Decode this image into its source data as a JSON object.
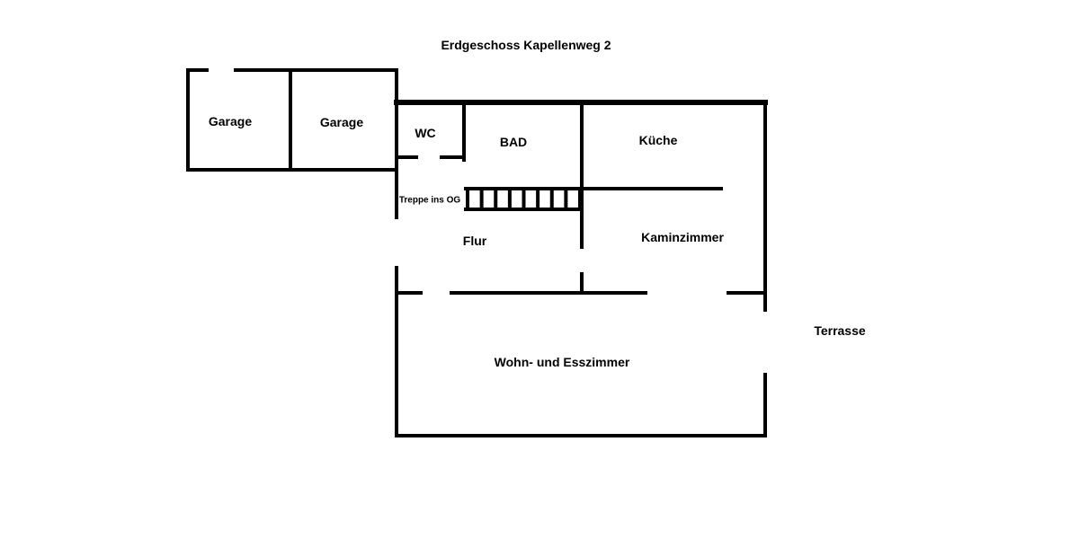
{
  "plan": {
    "title": "Erdgeschoss Kapellenweg 2",
    "wall_color": "#000000",
    "background_color": "#ffffff"
  },
  "rooms": {
    "garage_1": "Garage",
    "garage_2": "Garage",
    "wc": "WC",
    "bad": "BAD",
    "kueche": "Küche",
    "treppe": "Treppe ins OG",
    "flur": "Flur",
    "kaminzimmer": "Kaminzimmer",
    "terrasse": "Terrasse",
    "wohn_esszimmer": "Wohn- und Esszimmer"
  }
}
